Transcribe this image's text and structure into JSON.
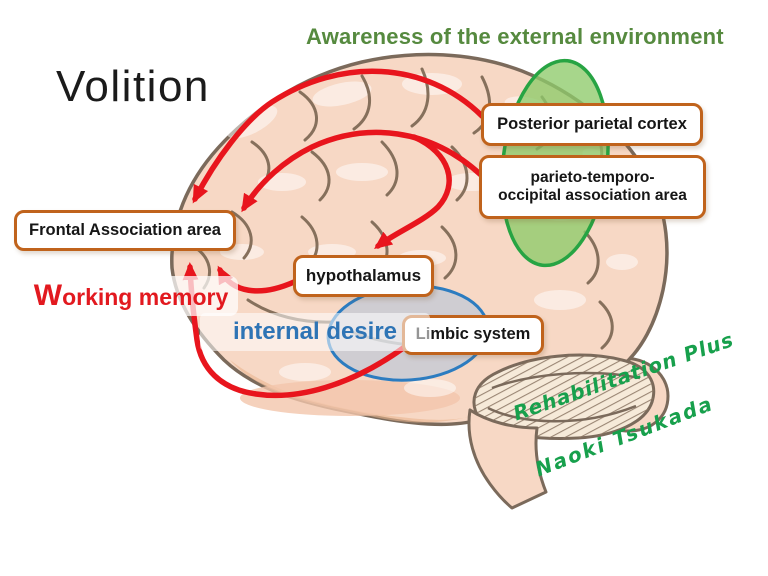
{
  "headings": {
    "volition": "Volition",
    "awareness": "Awareness of the external environment"
  },
  "boxes": {
    "posterior": {
      "label": "Posterior parietal cortex"
    },
    "parieto": {
      "line1": "parieto-temporo-",
      "line2": "occipital association area"
    },
    "frontal": {
      "label": "Frontal Association area"
    },
    "hypothalamus": {
      "label": "hypothalamus"
    },
    "limbic": {
      "label": "Limbic system"
    }
  },
  "annotations": {
    "working_memory": "Working memory",
    "internal_desire": "internal desire"
  },
  "signature": {
    "line1": "Rehabilitation Plus",
    "line2": "Naoki Tsukada"
  },
  "connections": [
    {
      "from": "Posterior parietal cortex",
      "to": "Frontal Association area",
      "style": "red arrow arc over brain"
    },
    {
      "from": "parieto-temporo-occipital association area",
      "to": "Frontal Association area",
      "style": "red arrow arc over brain"
    },
    {
      "from": "parieto-temporo-occipital association area",
      "to": "hypothalamus",
      "style": "red arrow branch downward"
    },
    {
      "from": "hypothalamus",
      "to": "Frontal Association area",
      "style": "red arrow short curve"
    },
    {
      "from": "Limbic system",
      "to": "Frontal Association area",
      "style": "red arrow long U-sweep under brain"
    }
  ],
  "highlighted_regions": [
    {
      "name": "posterior parietal / parieto-temporo-occipital region",
      "shape": "ellipse",
      "fill": "#8ecb6a",
      "stroke": "#27a443"
    },
    {
      "name": "limbic region",
      "shape": "ellipse",
      "fill": "#aec4dc",
      "stroke": "#2c7cc0"
    }
  ],
  "colors": {
    "arrow_red": "#e8151d",
    "box_border_orange": "#c0631c",
    "awareness_green": "#568a3f",
    "working_memory_red": "#e2191f",
    "internal_desire_blue": "#2e74b5",
    "signature_green": "#17a04c",
    "brain_fill": "#f7d8c5",
    "brain_outline": "#7b6a5b"
  }
}
